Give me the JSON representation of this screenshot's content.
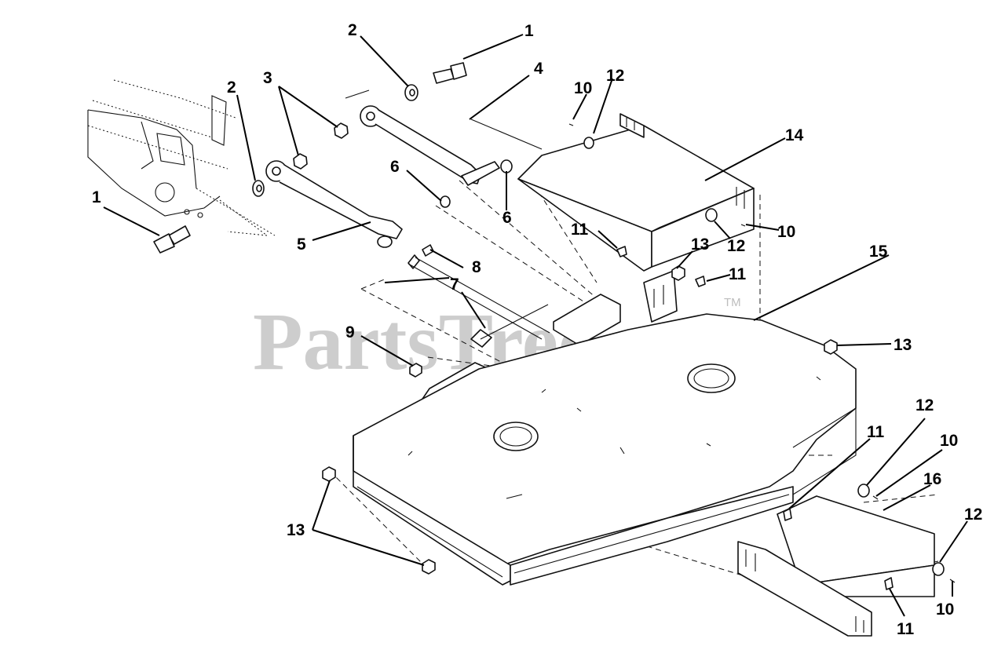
{
  "watermark": {
    "text": "PartsTree",
    "mark": "TM",
    "color": "#bdbdbd"
  },
  "callouts": {
    "c1a": "1",
    "c1b": "1",
    "c2a": "2",
    "c2b": "2",
    "c3": "3",
    "c4": "4",
    "c5": "5",
    "c6a": "6",
    "c6b": "6",
    "c7": "7",
    "c8": "8",
    "c9": "9",
    "c10a": "10",
    "c10b": "10",
    "c10c": "10",
    "c10d": "10",
    "c11a": "11",
    "c11b": "11",
    "c11c": "11",
    "c11d": "11",
    "c12a": "12",
    "c12b": "12",
    "c12c": "12",
    "c12d": "12",
    "c13a": "13",
    "c13b": "13",
    "c13c": "13",
    "c14": "14",
    "c15": "15",
    "c16": "16"
  }
}
